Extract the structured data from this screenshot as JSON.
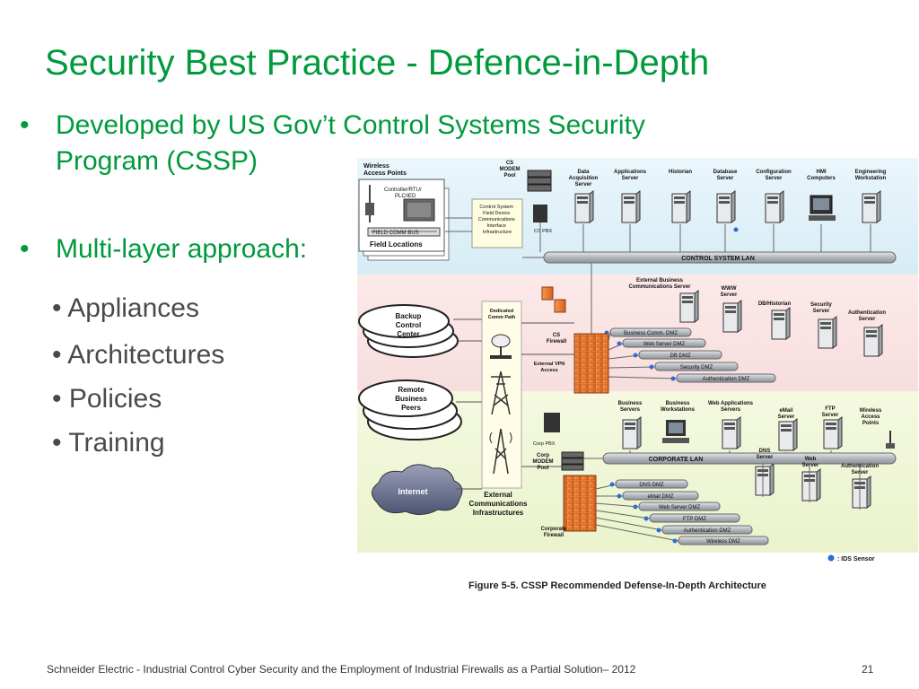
{
  "title": "Security Best Practice - Defence-in-Depth",
  "bullets": [
    {
      "line1": "Developed by US Gov’t Control Systems Security",
      "line2": "Program (CSSP)"
    },
    {
      "line1": "Multi-layer approach:"
    }
  ],
  "sub_bullets": [
    "Appliances",
    "Architectures",
    "Policies",
    "Training"
  ],
  "bullet_char": "•",
  "footer": "Schneider Electric - Industrial Control Cyber Security and the Employment of Industrial Firewalls as a Partial Solution– 2012",
  "page_number": "21",
  "diagram": {
    "caption": "Figure 5-5.  CSSP Recommended Defense-In-Depth Architecture",
    "legend": ": IDS Sensor",
    "field": {
      "wireless_access_points": [
        "Wireless",
        "Access Points"
      ],
      "controller": [
        "Controller/RTU/",
        "PLC/IED"
      ],
      "field_comm_bus": "FIELD COMM BUS",
      "field_locations": "Field Locations"
    },
    "control_system_field_device": [
      "Control System",
      "Field Device",
      "Communications",
      "Interface",
      "Infrastructure"
    ],
    "cs_modem_pool": [
      "CS",
      "MODEM",
      "Pool"
    ],
    "cs_pbx": "CS PBX",
    "control_system_lan": "CONTROL SYSTEM LAN",
    "corporate_lan": "CORPORATE LAN",
    "control_servers": [
      [
        "Data",
        "Acquisition",
        "Server"
      ],
      [
        "Applications",
        "Server"
      ],
      [
        "Historian"
      ],
      [
        "Database",
        "Server"
      ],
      [
        "Configuration",
        "Server"
      ],
      [
        "HMI",
        "Computers"
      ],
      [
        "Engineering",
        "Workstation"
      ]
    ],
    "external_business_comm_server": [
      "External Business",
      "Communications Server"
    ],
    "www_server": [
      "WWW",
      "Server"
    ],
    "db_historian": "DB/Historian",
    "security_server": [
      "Security",
      "Server"
    ],
    "authentication_server_top": [
      "Authentication",
      "Server"
    ],
    "backup_control_center": [
      "Backup",
      "Control",
      "Center"
    ],
    "remote_business_peers": [
      "Remote",
      "Business",
      "Peers"
    ],
    "internet": "Internet",
    "dedicated_comm_path": [
      "Dedicated",
      "Comm Path"
    ],
    "cs_firewall": [
      "CS",
      "Firewall"
    ],
    "external_vpn_access": [
      "External VPN",
      "Access"
    ],
    "external_comm_infrastructures": [
      "External",
      "Communications",
      "Infrastructures"
    ],
    "cs_dmz_labels": [
      "Business Comm. DMZ",
      "Web Server DMZ",
      "DB DMZ",
      "Security DMZ",
      "Authentication DMZ"
    ],
    "corp_servers": [
      [
        "Business",
        "Servers"
      ],
      [
        "Business",
        "Workstations"
      ],
      [
        "Web Applications",
        "Servers"
      ]
    ],
    "email_server": [
      "eMail",
      "Server"
    ],
    "ftp_server": [
      "FTP",
      "Server"
    ],
    "wireless_access_points_corp": [
      "Wireless",
      "Access",
      "Points"
    ],
    "corp_pbx": "Corp PBX",
    "corp_modem_pool": [
      "Corp",
      "MODEM",
      "Pool"
    ],
    "dns_server": [
      "DNS",
      "Server"
    ],
    "web_server": [
      "Web",
      "Server"
    ],
    "authentication_server_corp": [
      "Authentication",
      "Server"
    ],
    "corporate_firewall": [
      "Corporate",
      "Firewall"
    ],
    "corp_dmz_labels": [
      "DNS DMZ",
      "eMail DMZ",
      "Web Server DMZ",
      "FTP DMZ",
      "Authentication DMZ",
      "Wireless DMZ"
    ],
    "colors": {
      "title_green": "#009a3d",
      "lan_bar": "#b8bcc2",
      "firewall": "#e8742a",
      "ids_sensor": "#2a6fd6",
      "top_zone": "#dff0f7",
      "mid_zone": "#fbe4e4",
      "bottom_zone": "#f1f7d8"
    }
  }
}
